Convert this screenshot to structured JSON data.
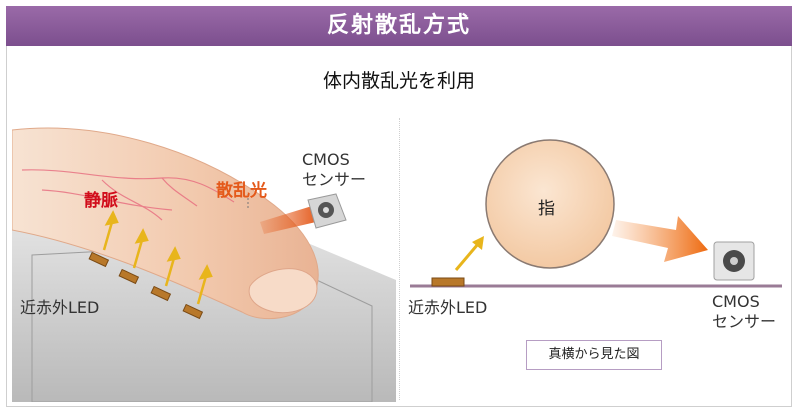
{
  "header": {
    "title": "反射散乱方式"
  },
  "subtitle": "体内散乱光を利用",
  "left": {
    "vein_label": "静脈",
    "scatter_label": "散乱光",
    "cmos_line1": "CMOS",
    "cmos_line2": "センサー",
    "led_label": "近赤外LED"
  },
  "right": {
    "finger_label": "指",
    "led_label": "近赤外LED",
    "cmos_line1": "CMOS",
    "cmos_line2": "センサー",
    "side_view_label": "真横から見た図"
  },
  "colors": {
    "header": "#8a5c9c",
    "vein_text": "#d10d1b",
    "scatter_text": "#e4591a",
    "finger": "#f6d6b4",
    "arrow": "#f07a1c",
    "led_arrow": "#e8b51c"
  }
}
